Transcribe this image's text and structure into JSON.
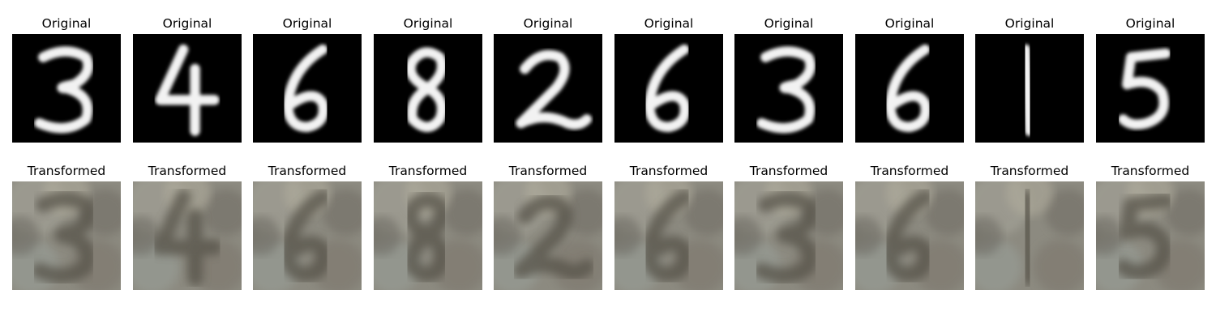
{
  "rows": [
    {
      "kind": "original",
      "title": "Original",
      "digits": [
        "3",
        "4",
        "6",
        "8",
        "2",
        "6",
        "3",
        "6",
        "1",
        "5"
      ]
    },
    {
      "kind": "transformed",
      "title": "Transformed",
      "digits": [
        "3",
        "4",
        "6",
        "8",
        "2",
        "6",
        "3",
        "6",
        "1",
        "5"
      ]
    }
  ],
  "colors": {
    "original_background": "#000000",
    "original_stroke": "#f2f2f2",
    "transformed_background": "#8c8a80",
    "transformed_stroke": "#56524a"
  }
}
